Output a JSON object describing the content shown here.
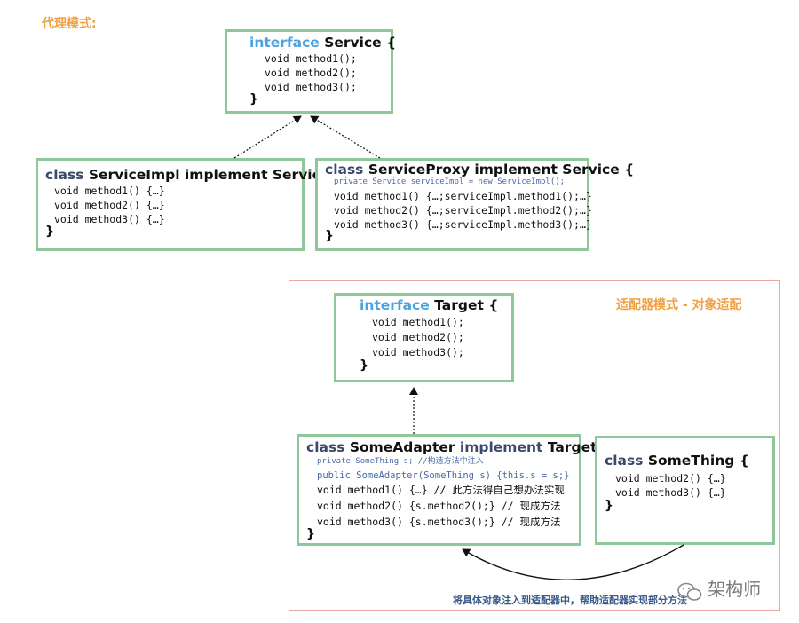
{
  "proxy": {
    "heading": "代理模式:",
    "service": {
      "kw": "interface",
      "name": "Service {",
      "lines": [
        "void method1();",
        "void method2();",
        "void method3();"
      ],
      "close": "}"
    },
    "impl": {
      "kw": "class",
      "name": "ServiceImpl implement Service {",
      "lines": [
        "void method1() {…}",
        "void method2() {…}",
        "void method3() {…}"
      ],
      "close": "}"
    },
    "proxyClass": {
      "kw": "class",
      "name": "ServiceProxy implement Service {",
      "field": "private Service serviceImpl = new ServiceImpl();",
      "lines": [
        "void method1() {…;serviceImpl.method1();…}",
        "void method2() {…;serviceImpl.method2();…}",
        "void method3() {…;serviceImpl.method3();…}"
      ],
      "close": "}"
    }
  },
  "adapter": {
    "heading": "适配器模式 - 对象适配",
    "target": {
      "kw": "interface",
      "name": "Target {",
      "lines": [
        "void method1();",
        "void method2();",
        "void method3();"
      ],
      "close": "}"
    },
    "someAdapter": {
      "kw": "class",
      "name": "SomeAdapter",
      "implement": "implement",
      "name2": "Target {",
      "field1": "private SomeThing s; //构造方法中注入",
      "field2": "public SomeAdapter(SomeThing s) {this.s = s;}",
      "lines": [
        "void method1() {…} // 此方法得自己想办法实现",
        "void method2() {s.method2();} // 现成方法",
        "void method3() {s.method3();} // 现成方法"
      ],
      "close": "}"
    },
    "someThing": {
      "kw": "class",
      "name": "SomeThing {",
      "lines": [
        "void method2() {…}",
        "void method3() {…}"
      ],
      "close": "}"
    },
    "note": "将具体对象注入到适配器中，帮助适配器实现部分方法"
  },
  "watermark": "架构师"
}
